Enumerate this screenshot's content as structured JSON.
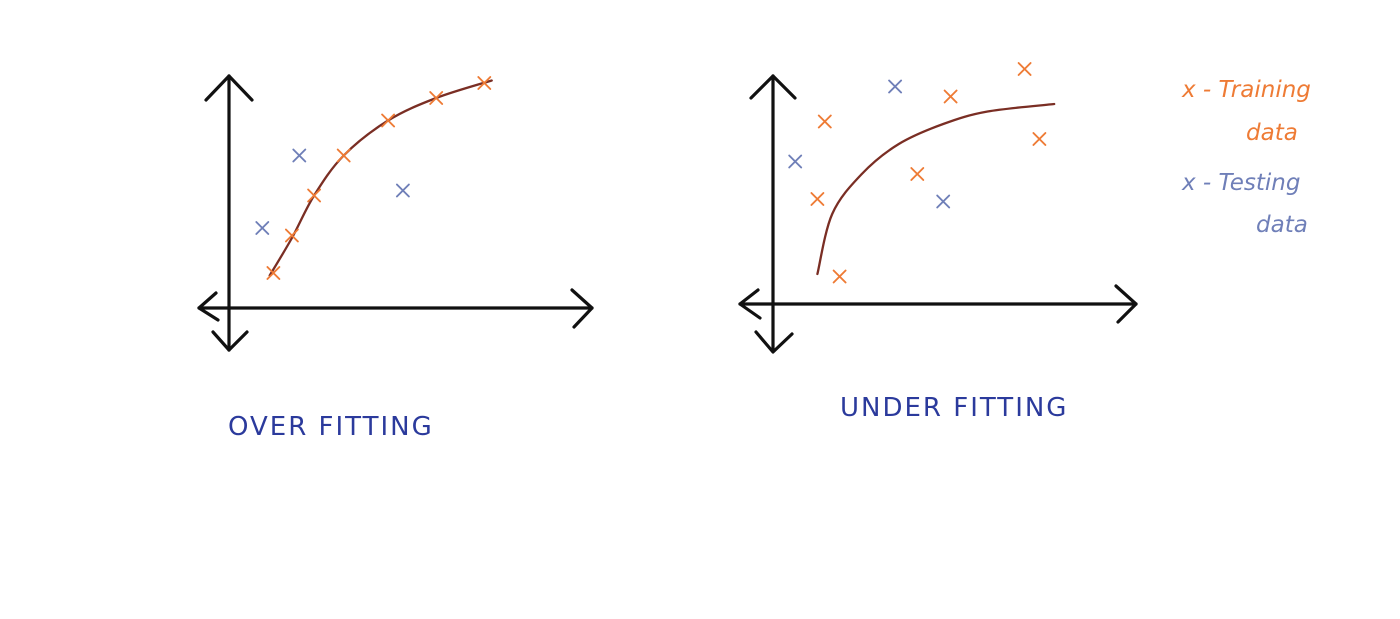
{
  "colors": {
    "training": "#ee7b35",
    "testing": "#6f7fb8",
    "curve": "#7a2e24",
    "caption": "#2b3a9c",
    "axis": "#111111"
  },
  "panels": [
    {
      "caption": "OVER FITTING",
      "training_points": [
        [
          0.12,
          0.14
        ],
        [
          0.17,
          0.29
        ],
        [
          0.23,
          0.45
        ],
        [
          0.31,
          0.61
        ],
        [
          0.43,
          0.75
        ],
        [
          0.56,
          0.84
        ],
        [
          0.69,
          0.9
        ]
      ],
      "testing_points": [
        [
          0.09,
          0.32
        ],
        [
          0.19,
          0.61
        ],
        [
          0.47,
          0.47
        ]
      ],
      "curve": [
        [
          0.11,
          0.13
        ],
        [
          0.17,
          0.28
        ],
        [
          0.23,
          0.45
        ],
        [
          0.31,
          0.61
        ],
        [
          0.43,
          0.75
        ],
        [
          0.56,
          0.84
        ],
        [
          0.71,
          0.91
        ]
      ]
    },
    {
      "caption": "UNDER FITTING",
      "training_points": [
        [
          0.14,
          0.73
        ],
        [
          0.12,
          0.42
        ],
        [
          0.18,
          0.11
        ],
        [
          0.39,
          0.52
        ],
        [
          0.48,
          0.83
        ],
        [
          0.68,
          0.94
        ],
        [
          0.72,
          0.66
        ]
      ],
      "testing_points": [
        [
          0.06,
          0.57
        ],
        [
          0.33,
          0.87
        ],
        [
          0.46,
          0.41
        ]
      ],
      "curve": [
        [
          0.12,
          0.12
        ],
        [
          0.16,
          0.36
        ],
        [
          0.24,
          0.52
        ],
        [
          0.34,
          0.64
        ],
        [
          0.46,
          0.72
        ],
        [
          0.58,
          0.77
        ],
        [
          0.76,
          0.8
        ]
      ]
    }
  ],
  "legend": {
    "training_label": "x - Training",
    "training_label_2": "data",
    "testing_label": "x - Testing",
    "testing_label_2": "data"
  }
}
